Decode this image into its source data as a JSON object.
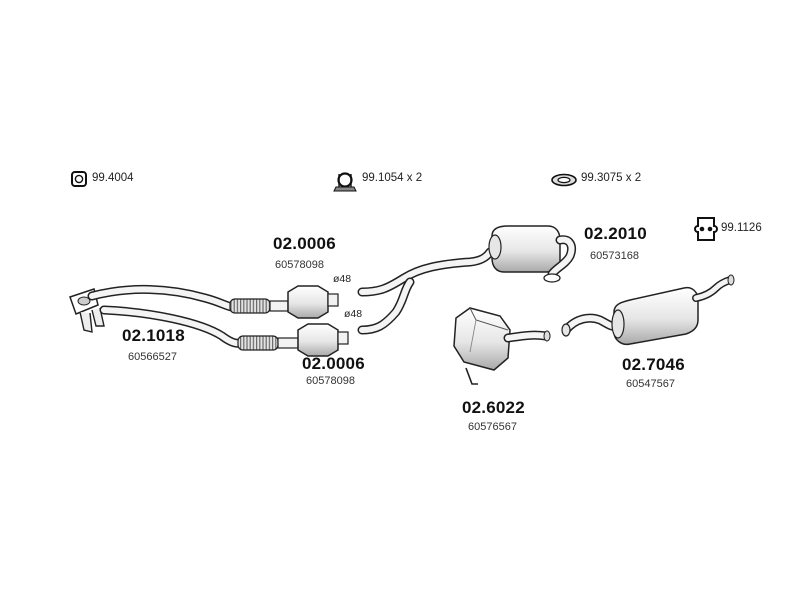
{
  "accessories": [
    {
      "code": "99.4004",
      "icon": "square-clamp-icon"
    },
    {
      "code": "99.1054 x 2",
      "icon": "u-bolt-clamp-icon"
    },
    {
      "code": "99.3075 x 2",
      "icon": "gasket-ring-icon"
    },
    {
      "code": "99.1126",
      "icon": "rubber-hanger-icon"
    }
  ],
  "parts": [
    {
      "part_no": "02.1018",
      "oe_no": "60566527"
    },
    {
      "part_no": "02.0006",
      "oe_no": "60578098"
    },
    {
      "part_no": "02.0006",
      "oe_no": "60578098"
    },
    {
      "part_no": "02.6022",
      "oe_no": "60576567"
    },
    {
      "part_no": "02.2010",
      "oe_no": "60573168"
    },
    {
      "part_no": "02.7046",
      "oe_no": "60547567"
    }
  ],
  "diameters": [
    "ø48",
    "ø48"
  ],
  "colors": {
    "line": "#222222",
    "fill_light": "#efefef",
    "fill_mid": "#d8d8d8",
    "shade": "#b5b5b5"
  }
}
